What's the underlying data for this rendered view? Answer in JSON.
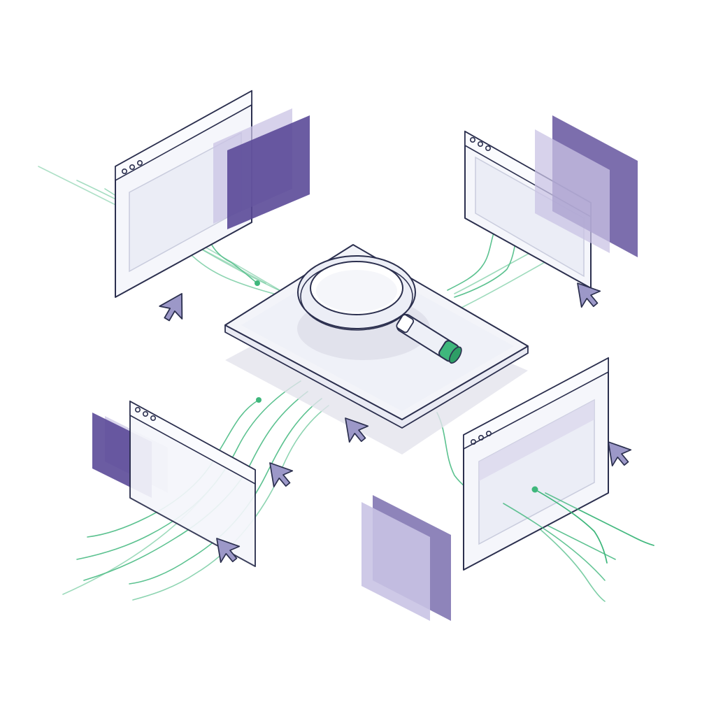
{
  "illustration": {
    "palette": {
      "outline": "#2b2f4e",
      "window_fill": "#f5f6fb",
      "window_inner": "#ebedf6",
      "accent_green": "#3fb77c",
      "accent_green_dark": "#2e9e66",
      "purple_dark": "#5b4a98",
      "purple_mid": "#7a6fae",
      "purple_light": "#c9c3e4",
      "cursor_fill": "#9c98c8",
      "shadow": "#e3e4ec"
    },
    "elements": {
      "center_panel": "search-platform",
      "magnifier": "magnifying-glass-icon",
      "windows": [
        "browser-window-top-left",
        "browser-window-top-right",
        "browser-window-bottom-left",
        "browser-window-bottom-right"
      ],
      "cards": [
        "card-top-left",
        "card-top-right",
        "card-bottom-left",
        "card-bottom-center"
      ],
      "cursors": [
        "cursor-arrow-icon"
      ]
    }
  }
}
